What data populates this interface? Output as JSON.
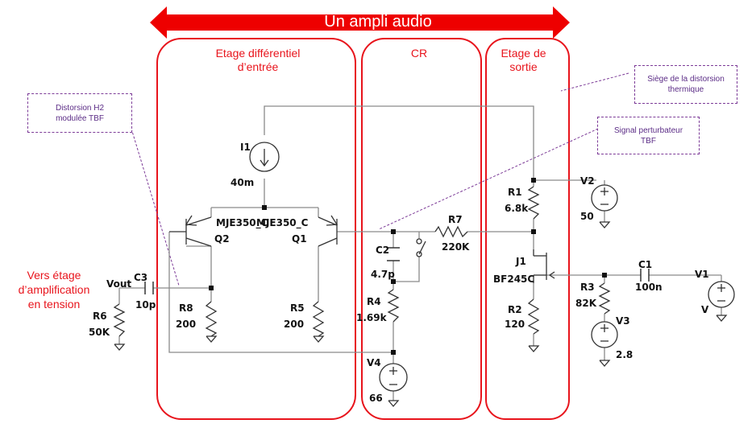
{
  "banner": {
    "title": "Un ampli audio",
    "color": "#ee0000"
  },
  "sections": {
    "input_stage": [
      "Etage différentiel",
      "d’entrée"
    ],
    "cr": "CR",
    "output_stage": [
      "Etage de",
      "sortie"
    ]
  },
  "annotations": {
    "h2": [
      "Distorsion H2",
      "modulée TBF"
    ],
    "thermal": [
      "Siège de la distorsion",
      "thermique"
    ],
    "disturb": [
      "Signal perturbateur",
      "TBF"
    ]
  },
  "output_label": [
    "Vers étage",
    "d’amplification",
    "en tension"
  ],
  "components": {
    "I1": {
      "name": "I1",
      "value": "40m"
    },
    "Q1": {
      "name": "Q1",
      "model": "MJE350_C"
    },
    "Q2": {
      "name": "Q2",
      "model": "MJE350_C"
    },
    "R1": {
      "name": "R1",
      "value": "6.8k"
    },
    "R2": {
      "name": "R2",
      "value": "120"
    },
    "R3": {
      "name": "R3",
      "value": "82K"
    },
    "R4": {
      "name": "R4",
      "value": "1.69k"
    },
    "R5": {
      "name": "R5",
      "value": "200"
    },
    "R6": {
      "name": "R6",
      "value": "50K"
    },
    "R7": {
      "name": "R7",
      "value": "220K"
    },
    "R8": {
      "name": "R8",
      "value": "200"
    },
    "C1": {
      "name": "C1",
      "value": "100n"
    },
    "C2": {
      "name": "C2",
      "value": "4.7p"
    },
    "C3": {
      "name": "C3",
      "value": "10p"
    },
    "J1": {
      "name": "J1",
      "model": "BF245C"
    },
    "V1": {
      "name": "V1",
      "value": "V"
    },
    "V2": {
      "name": "V2",
      "value": "50"
    },
    "V3": {
      "name": "V3",
      "value": "2.8"
    },
    "V4": {
      "name": "V4",
      "value": "66"
    },
    "net_vout": "Vout"
  },
  "colors": {
    "section_border": "#e8141c",
    "note_border": "#7d3c98",
    "wire": "#8a8a8a",
    "component": "#333333"
  }
}
